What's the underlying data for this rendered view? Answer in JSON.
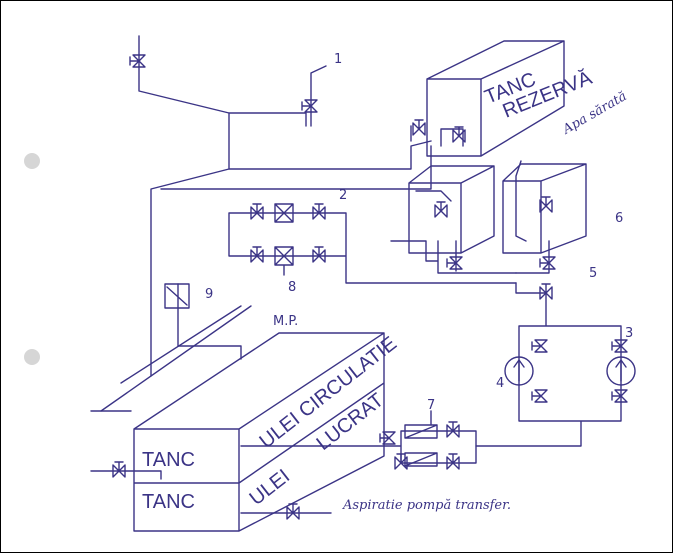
{
  "title": "Schema instalației de ulei",
  "labels": {
    "tank_reserve_1": "TANC",
    "tank_reserve_2": "REZERVĂ",
    "salt_water": "Apa sărată",
    "mp": "M.P.",
    "circulation_oil": "ULEI CIRCULATIE",
    "used_oil_1": "ULEI",
    "used_oil_2": "LUCRAT",
    "tank_upper": "TANC",
    "tank_lower": "TANC",
    "transfer_suction": "Aspiratie pompă transfer."
  },
  "numbers": [
    "1",
    "2",
    "3",
    "4",
    "5",
    "6",
    "7",
    "8",
    "9"
  ],
  "colors": {
    "ink": "#3b3486",
    "background": "#ffffff"
  }
}
